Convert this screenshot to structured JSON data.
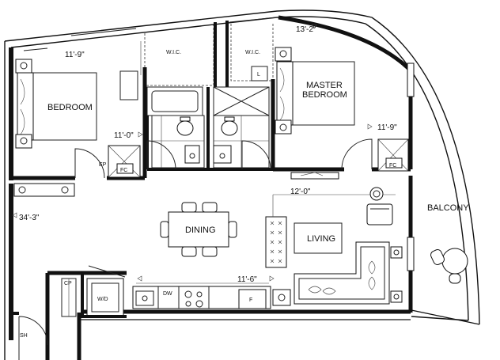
{
  "rooms": {
    "bedroom": "BEDROOM",
    "master_bedroom_line1": "MASTER",
    "master_bedroom_line2": "BEDROOM",
    "dining": "DINING",
    "living": "LIVING",
    "balcony": "BALCONY",
    "wic_left": "W.I.C.",
    "wic_right": "W.I.C."
  },
  "dimensions": {
    "bedroom_width": "11'-9\"",
    "master_width": "13'-2\"",
    "bedroom_depth": "11'-0\"",
    "master_depth": "11'-9\"",
    "master_closet": "12'-0\"",
    "unit_length": "34'-3\"",
    "living_width": "11'-6\""
  },
  "fixture_labels": {
    "fc_left": "FC",
    "fc_right": "FC",
    "ep": "EP",
    "cp": "CP",
    "washer_dryer": "W/D",
    "dishwasher": "DW",
    "fridge": "F",
    "linen": "L",
    "shower": "SH"
  },
  "colors": {
    "walls": "#111111",
    "background": "#ffffff"
  }
}
